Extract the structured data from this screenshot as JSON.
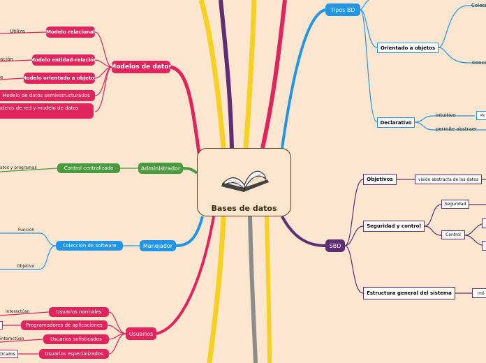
{
  "central": {
    "title": "Bases de datos",
    "icon": "open-book-icon"
  },
  "colors": {
    "magenta": "#e1245e",
    "green": "#4a9a3e",
    "blue": "#2196e8",
    "purple": "#5e2d73",
    "yellow": "#f8d020",
    "gray": "#8c8c8c",
    "background": "#fde6cf"
  },
  "modelos": {
    "label": "Modelos de datos",
    "children": [
      "Modelo relacional",
      "Modelo entidad-relación",
      "Modelo orientado a objetos",
      "Modelo de datos semiestructurados",
      "Modelos de red y modelo de datos"
    ],
    "edge_labels": [
      "Utiliza",
      "ación",
      "e"
    ]
  },
  "administrador": {
    "label": "Administrador",
    "child": "Control centralizado",
    "edge_label": "atos y programas"
  },
  "manejador": {
    "label": "Manejador",
    "child": "Colección de software",
    "edge_labels": [
      "Función",
      "Objetivo"
    ]
  },
  "usuarios": {
    "label": "Usuarios",
    "children": [
      "Usuarios normales",
      "Programadores de aplicaciones",
      "Usuarios sofisticados",
      "Usuarios especializados"
    ],
    "edge_labels": [
      "interactúan",
      "interactúan",
      "ticados"
    ]
  },
  "tipos": {
    "label": "Tipos BD",
    "children": [
      "Orientado a objetos",
      "Declarativo"
    ],
    "sub_labels": [
      "Colecc",
      "Conce",
      "intuitivo",
      "permite abstraer",
      "Pa"
    ]
  },
  "sbd": {
    "label": "SBD",
    "children": [
      "Objetivos",
      "Seguridad y control",
      "Estructura general del sistema"
    ],
    "sub": [
      "visión abstracta de los datos",
      "Seguridad",
      "Control",
      "mó"
    ]
  }
}
